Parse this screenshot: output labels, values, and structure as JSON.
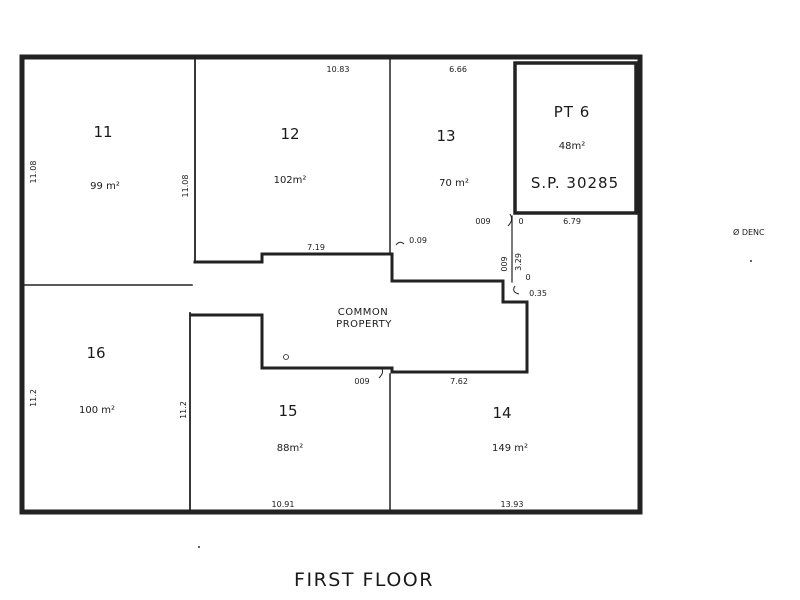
{
  "floor_title": "FIRST FLOOR",
  "lots": [
    {
      "id": "11",
      "number": "11",
      "area": "99 m²"
    },
    {
      "id": "12",
      "number": "12",
      "area": "102m²"
    },
    {
      "id": "13",
      "number": "13",
      "area": "70 m²"
    },
    {
      "id": "14",
      "number": "14",
      "area": "149 m²"
    },
    {
      "id": "15",
      "number": "15",
      "area": "88m²"
    },
    {
      "id": "16",
      "number": "16",
      "area": "100 m²"
    }
  ],
  "pt": {
    "label": "PT 6",
    "area": "48m²",
    "plan": "S.P. 30285"
  },
  "common_property": {
    "line1": "COMMON",
    "line2": "PROPERTY"
  },
  "dimensions": {
    "top_12": "10.83",
    "top_13": "6.66",
    "left_11": "11.08",
    "div_11_12": "11.08",
    "cp_top": "7.19",
    "offset_009": "0.09",
    "offset_009_b": "009",
    "pt_bottom": "6.79",
    "vert_329": "3.29",
    "vert_009": "009",
    "zero": "0",
    "zero_b": "0",
    "offset_035": "0.35",
    "left_16": "11.2",
    "div_16_15": "11.2",
    "offset_009_c": "009",
    "cp_bottom": "7.62",
    "bottom_15": "10.91",
    "bottom_14": "13.93"
  },
  "note": "Ø DENC"
}
